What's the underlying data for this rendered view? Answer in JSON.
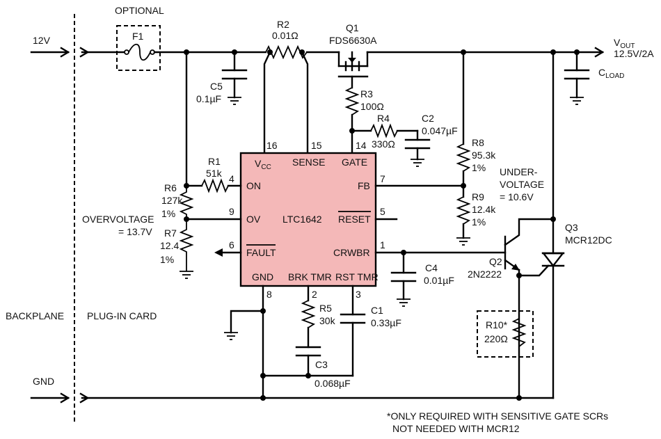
{
  "labels": {
    "optional": "OPTIONAL",
    "in_12v": "12V",
    "gnd": "GND",
    "backplane": "BACKPLANE",
    "plugin": "PLUG-IN CARD",
    "vout": "V",
    "vout_sub": "OUT",
    "vout_val": "12.5V/2A",
    "cload": "C",
    "cload_sub": "LOAD",
    "overvoltage_1": "OVERVOLTAGE",
    "overvoltage_2": "= 13.7V",
    "undervoltage_1": "UNDER-",
    "undervoltage_2": "VOLTAGE",
    "undervoltage_3": "= 10.6V",
    "note_1": "*ONLY REQUIRED WITH SENSITIVE GATE SCRs",
    "note_2": "NOT NEEDED WITH MCR12"
  },
  "components": {
    "f1": "F1",
    "r2": "R2",
    "r2_val": "0.01Ω",
    "q1": "Q1",
    "q1_val": "FDS6630A",
    "c5": "C5",
    "c5_val": "0.1µF",
    "r3": "R3",
    "r3_val": "100Ω",
    "r4": "R4",
    "r4_val": "330Ω",
    "c2": "C2",
    "c2_val": "0.047µF",
    "r8": "R8",
    "r8_val": "95.3k",
    "r8_tol": "1%",
    "r9": "R9",
    "r9_val": "12.4k",
    "r9_tol": "1%",
    "r1": "R1",
    "r1_val": "51k",
    "r6": "R6",
    "r6_val": "127k",
    "r6_tol": "1%",
    "r7": "R7",
    "r7_val": "12.4",
    "r7_tol": "1%",
    "q3": "Q3",
    "q3_val": "MCR12DC",
    "q2": "Q2",
    "q2_val": "2N2222",
    "c4": "C4",
    "c4_val": "0.01µF",
    "r5": "R5",
    "r5_val": "30k",
    "c1": "C1",
    "c1_val": "0.33µF",
    "c3": "C3",
    "c3_val": "0.068µF",
    "r10": "R10*",
    "r10_val": "220Ω"
  },
  "ic": {
    "name": "LTC1642",
    "pins": {
      "vcc": "V",
      "vcc_sub": "CC",
      "vcc_num": "16",
      "sense": "SENSE",
      "sense_num": "15",
      "gate": "GATE",
      "gate_num": "14",
      "on": "ON",
      "on_num": "4",
      "ov": "OV",
      "ov_num": "9",
      "fault": "FAULT",
      "fault_num": "6",
      "gnd": "GND",
      "gnd_num": "8",
      "brk": "BRK TMR",
      "brk_num": "2",
      "rst": "RST TMR",
      "rst_num": "3",
      "fb": "FB",
      "fb_num": "7",
      "reset": "RESET",
      "reset_num": "5",
      "crwbr": "CRWBR",
      "crwbr_num": "1"
    }
  }
}
